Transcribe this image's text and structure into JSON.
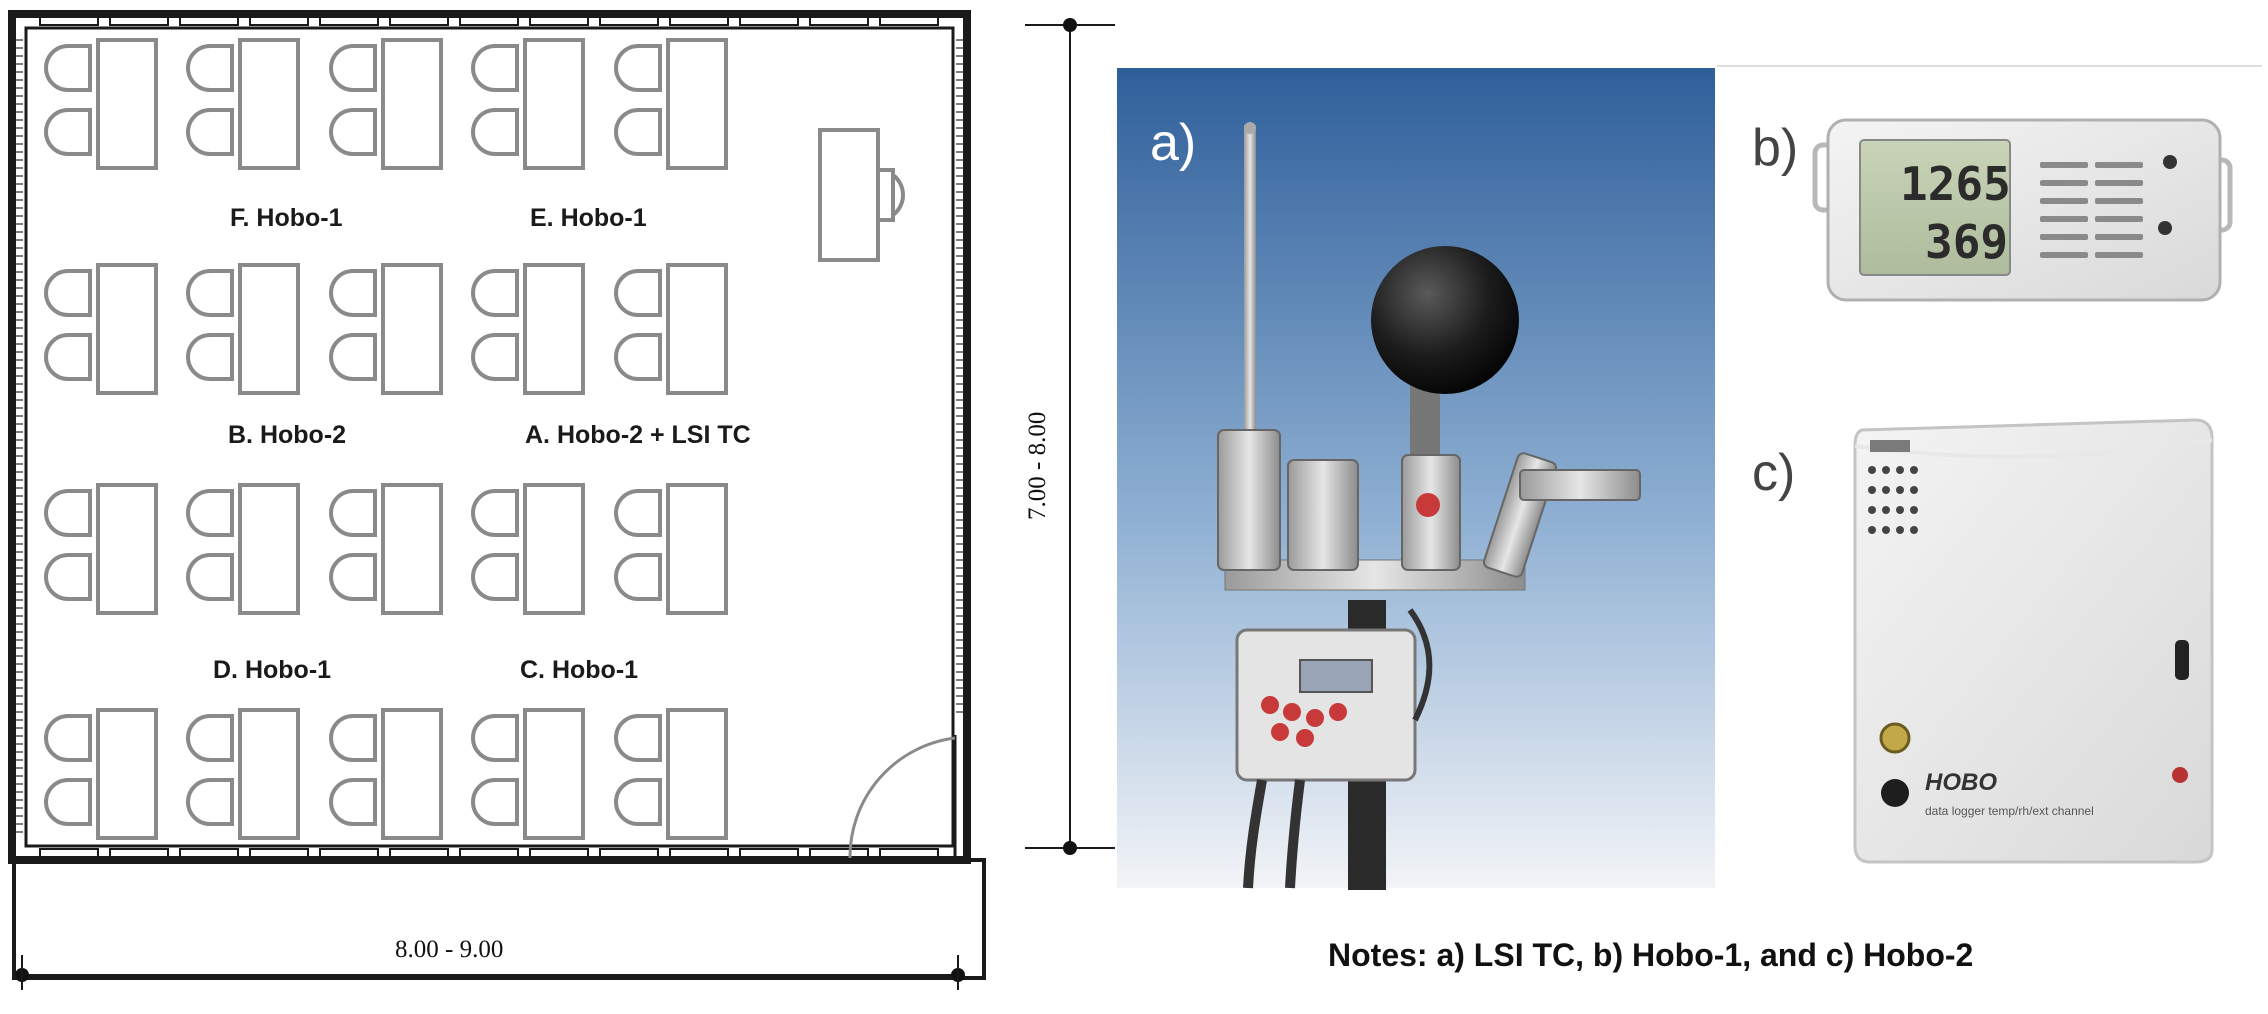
{
  "floor_plan": {
    "sensor_labels": {
      "f": "F. Hobo-1",
      "e": "E. Hobo-1",
      "b": "B. Hobo-2",
      "a": "A. Hobo-2 + LSI TC",
      "d": "D. Hobo-1",
      "c": "C. Hobo-1"
    },
    "width_dimension": "8.00 - 9.00",
    "depth_dimension": "7.00 - 8.00"
  },
  "photos": {
    "a": {
      "letter": "a)"
    },
    "b": {
      "letter": "b)",
      "lcd_top": "1265",
      "lcd_bottom": "369"
    },
    "c": {
      "letter": "c)",
      "brand": "HOBO",
      "caption": "data logger temp/rh/ext channel"
    }
  },
  "notes": "Notes: a) LSI TC, b) Hobo-1, and c) Hobo-2",
  "colors": {
    "furniture": "#8a8a8a",
    "wall": "#1a1a1a",
    "sky_top": "#2f5f9a",
    "sky_bottom": "#f2f4f7"
  }
}
